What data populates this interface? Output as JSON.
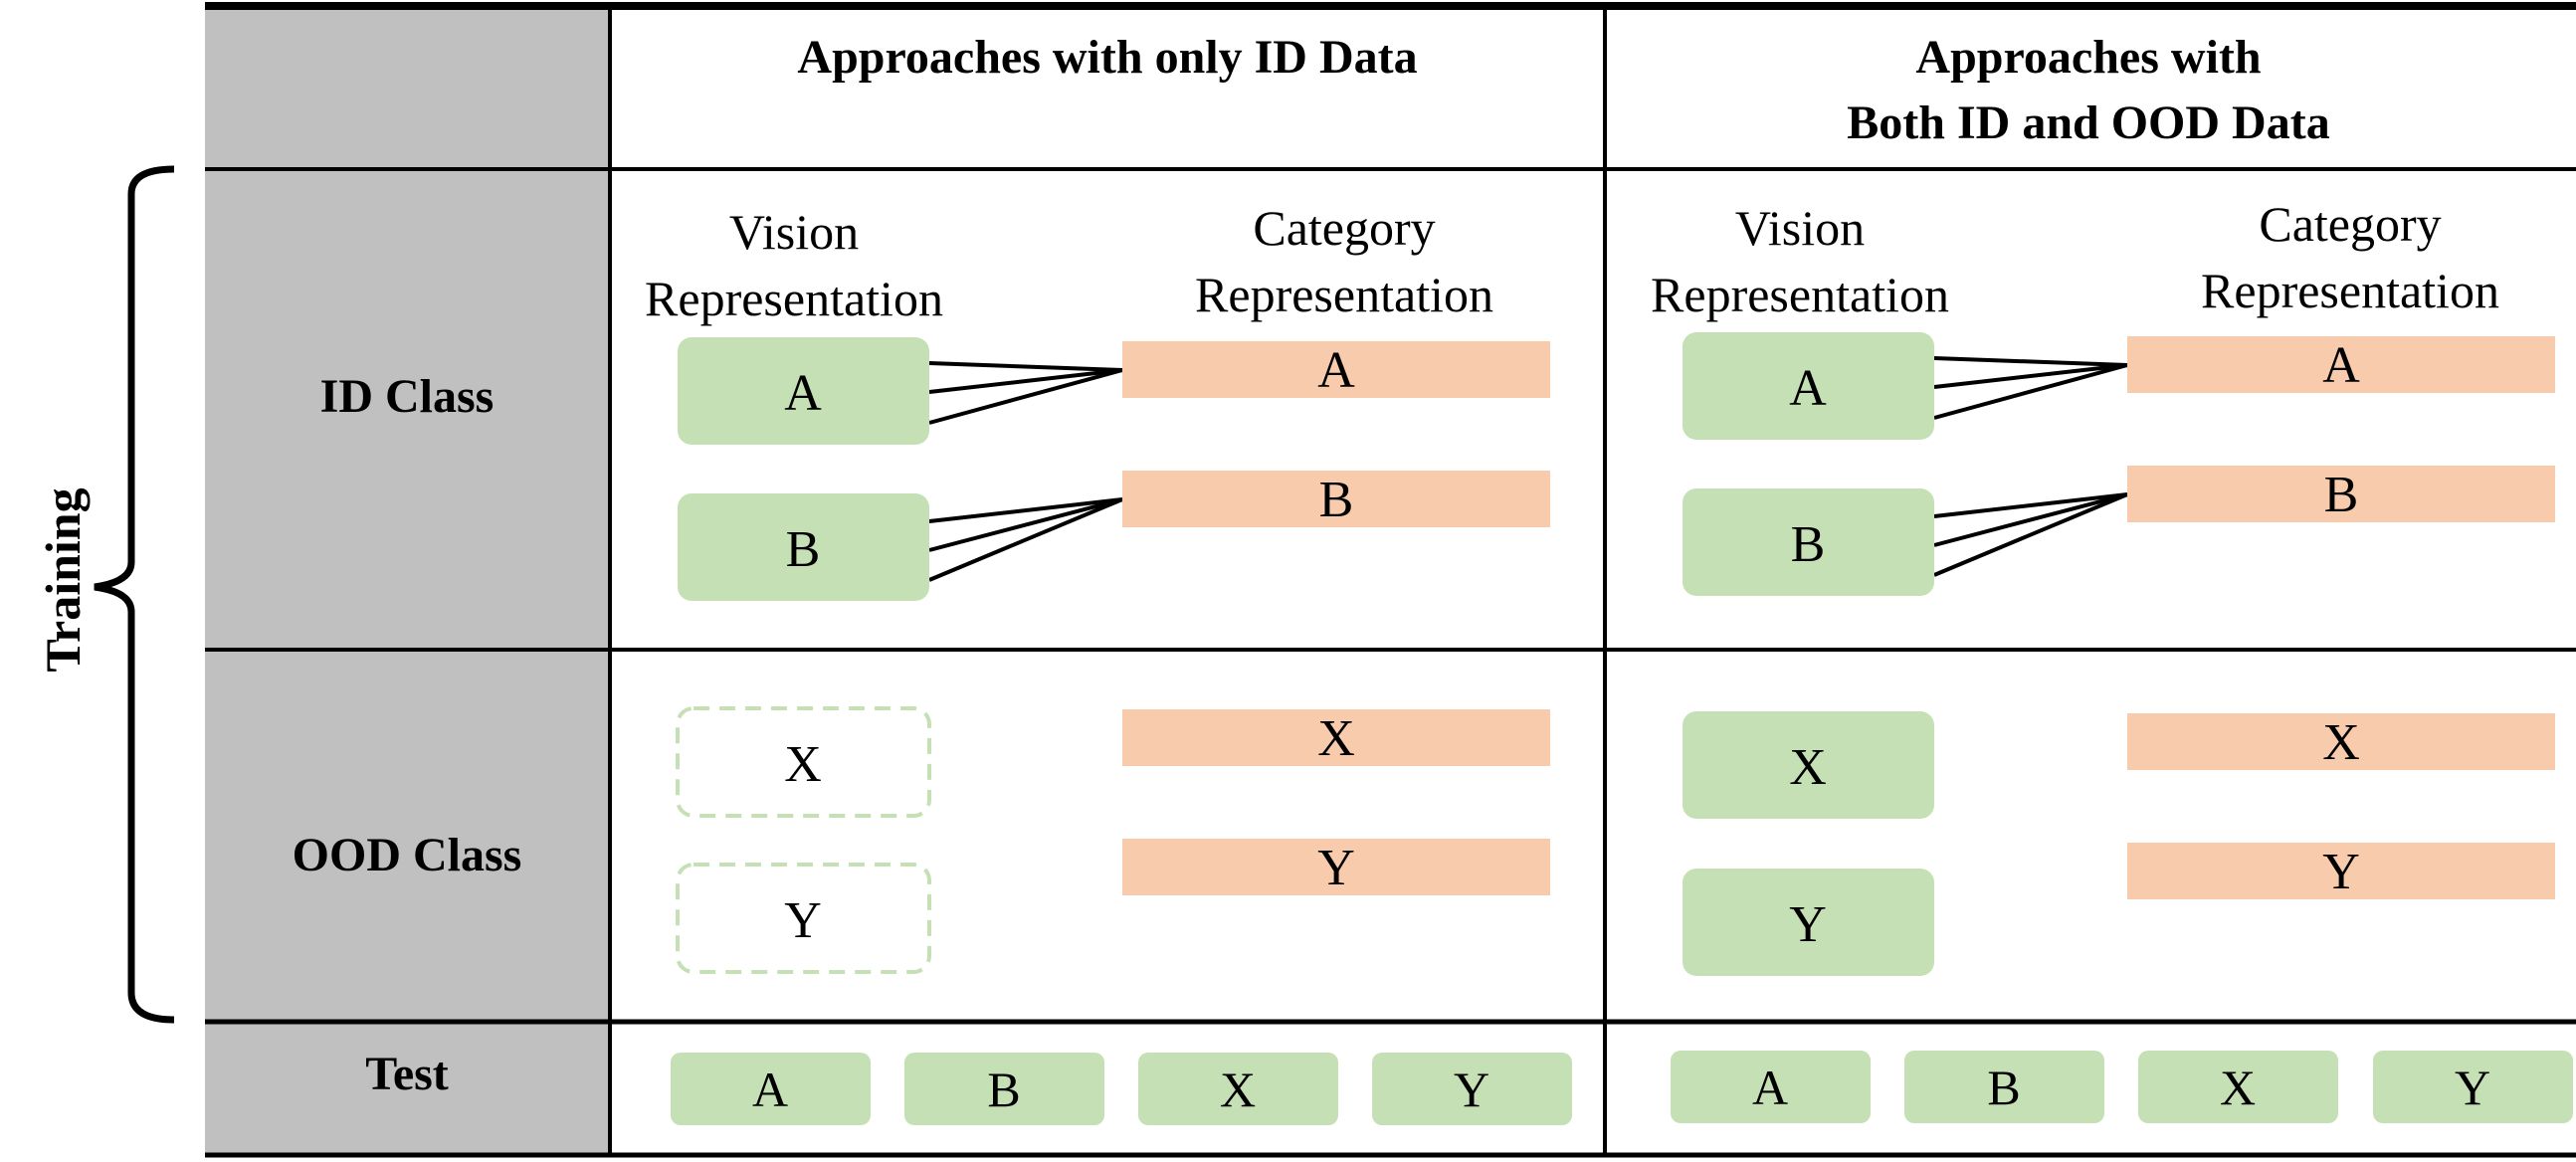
{
  "side_label": "Training",
  "header": {
    "col1_title": "Approaches with only ID Data",
    "col2_title_line1": "Approaches with",
    "col2_title_line2": "Both ID and OOD Data"
  },
  "rows": {
    "id_class": "ID Class",
    "ood_class": "OOD Class",
    "test": "Test"
  },
  "sub_headers": {
    "vision_line1": "Vision",
    "vision_line2": "Representation",
    "category_line1": "Category",
    "category_line2": "Representation"
  },
  "labels": {
    "a": "A",
    "b": "B",
    "x": "X",
    "y": "Y"
  },
  "colors": {
    "header_gray": "#c0c0c0",
    "vision_green": "#c5e0b4",
    "category_orange": "#f8cbad",
    "line_black": "#000000"
  }
}
